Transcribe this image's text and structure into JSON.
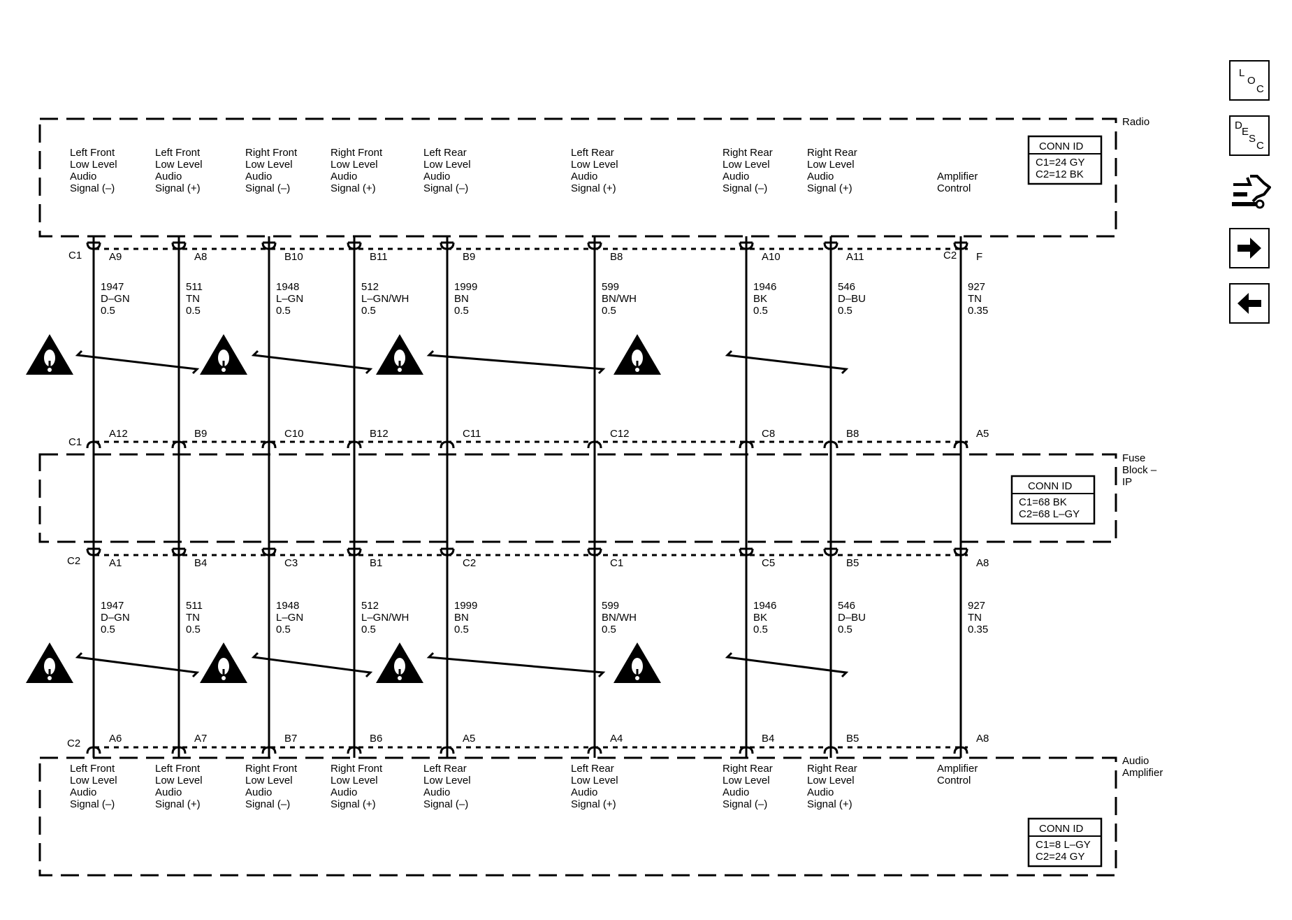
{
  "modules": {
    "radio": "Radio",
    "fuse_block": [
      "Fuse",
      "Block –",
      "IP"
    ],
    "amplifier": [
      "Audio",
      "Amplifier"
    ]
  },
  "conn_ids": {
    "radio": {
      "title": "CONN ID",
      "lines": [
        "C1=24 GY",
        "C2=12 BK"
      ]
    },
    "fuse": {
      "title": "CONN ID",
      "lines": [
        "C1=68 BK",
        "C2=68 L–GY"
      ]
    },
    "amp": {
      "title": "CONN ID",
      "lines": [
        "C1=8 L–GY",
        "C2=24 GY"
      ]
    }
  },
  "nav": {
    "loc": [
      "L",
      "O",
      "C"
    ],
    "desc": [
      "D",
      "E",
      "S",
      "C"
    ],
    "icons": [
      "schematic-icon",
      "arrow-right-icon",
      "arrow-left-icon"
    ]
  },
  "connector_labels": {
    "radio_c1": "C1",
    "radio_c2": "C2",
    "fuse_top_c1": "C1",
    "fuse_bot_c2": "C2",
    "amp_c2": "C2"
  },
  "wires": [
    {
      "label": [
        "Left Front",
        "Low Level",
        "Audio",
        "Signal (–)"
      ],
      "pins": [
        "A9",
        "A12",
        "A1",
        "A6"
      ],
      "circuit": "1947",
      "color": "D–GN",
      "size": "0.5"
    },
    {
      "label": [
        "Left Front",
        "Low Level",
        "Audio",
        "Signal (+)"
      ],
      "pins": [
        "A8",
        "B9",
        "B4",
        "A7"
      ],
      "circuit": "511",
      "color": "TN",
      "size": "0.5"
    },
    {
      "label": [
        "Right Front",
        "Low Level",
        "Audio",
        "Signal (–)"
      ],
      "pins": [
        "B10",
        "C10",
        "C3",
        "B7"
      ],
      "circuit": "1948",
      "color": "L–GN",
      "size": "0.5"
    },
    {
      "label": [
        "Right Front",
        "Low Level",
        "Audio",
        "Signal (+)"
      ],
      "pins": [
        "B11",
        "B12",
        "B1",
        "B6"
      ],
      "circuit": "512",
      "color": "L–GN/WH",
      "size": "0.5"
    },
    {
      "label": [
        "Left Rear",
        "Low Level",
        "Audio",
        "Signal (–)"
      ],
      "pins": [
        "B9",
        "C11",
        "C2",
        "A5"
      ],
      "circuit": "1999",
      "color": "BN",
      "size": "0.5"
    },
    {
      "label": [
        "Left Rear",
        "Low Level",
        "Audio",
        "Signal (+)"
      ],
      "pins": [
        "B8",
        "C12",
        "C1",
        "A4"
      ],
      "circuit": "599",
      "color": "BN/WH",
      "size": "0.5"
    },
    {
      "label": [
        "Right Rear",
        "Low Level",
        "Audio",
        "Signal (–)"
      ],
      "pins": [
        "A10",
        "C8",
        "C5",
        "B4"
      ],
      "circuit": "1946",
      "color": "BK",
      "size": "0.5"
    },
    {
      "label": [
        "Right Rear",
        "Low Level",
        "Audio",
        "Signal (+)"
      ],
      "pins": [
        "A11",
        "B8",
        "B5",
        "B5"
      ],
      "circuit": "546",
      "color": "D–BU",
      "size": "0.5"
    },
    {
      "label": [
        "Amplifier",
        "Control"
      ],
      "pins": [
        "F",
        "A5",
        "A8",
        "A8"
      ],
      "circuit": "927",
      "color": "TN",
      "size": "0.35"
    }
  ],
  "twisted_pairs": 4
}
